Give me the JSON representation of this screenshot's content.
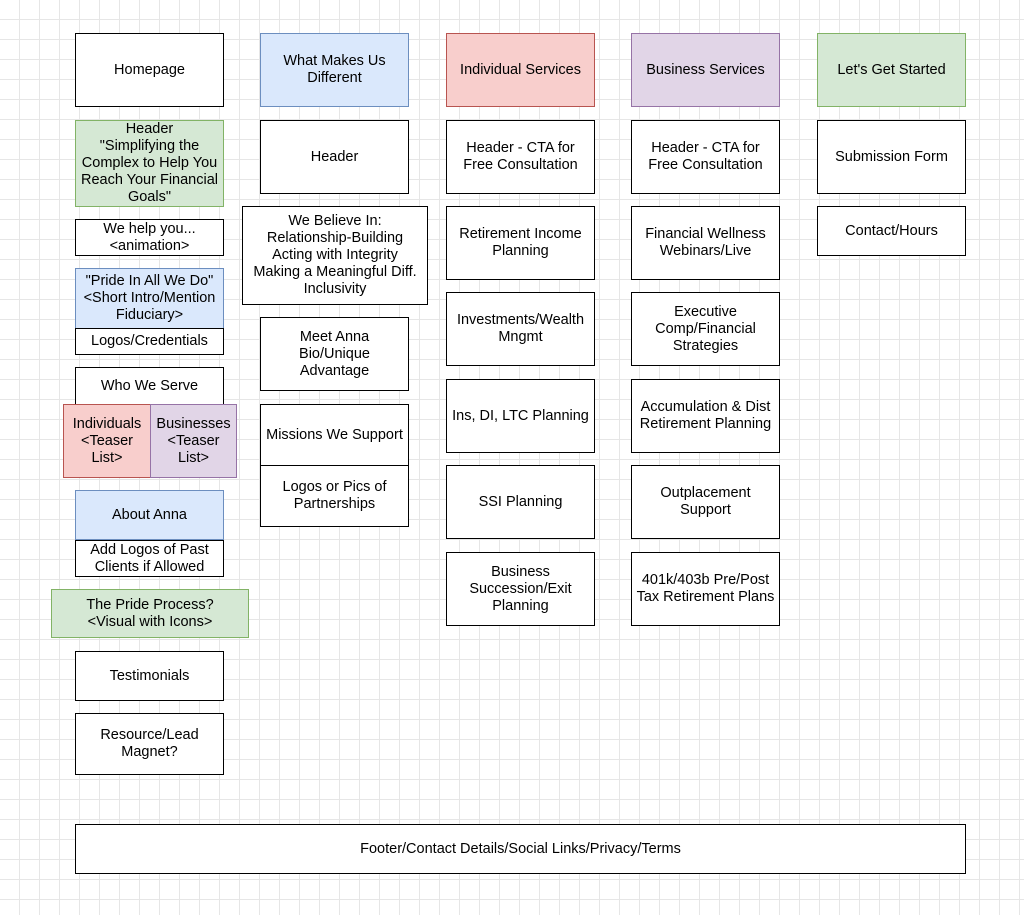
{
  "diagram": {
    "col1": {
      "homepage": "Homepage",
      "header": "Header\n\"Simplifying the\nComplex to Help You\nReach Your Financial\nGoals\"",
      "we_help": "We help you...\n<animation>",
      "pride": "\"Pride In All We Do\"\n<Short Intro/Mention\nFiduciary>",
      "logos": "Logos/Credentials",
      "who_we_serve": "Who We Serve",
      "individuals": "Individuals\n<Teaser\nList>",
      "businesses": "Businesses\n<Teaser\nList>",
      "about_anna": "About Anna",
      "past_clients": "Add Logos of Past\nClients if Allowed",
      "pride_process": "The Pride Process?\n<Visual with Icons>",
      "testimonials": "Testimonials",
      "resource": "Resource/Lead\nMagnet?"
    },
    "col2": {
      "title": "What Makes Us\nDifferent",
      "header": "Header",
      "believe": "We Believe In:\nRelationship-Building\nActing with Integrity\nMaking a Meaningful Diff.\nInclusivity",
      "meet_anna": "Meet Anna\nBio/Unique\nAdvantage",
      "missions": "Missions We Support",
      "partnerships": "Logos or Pics of\nPartnerships"
    },
    "col3": {
      "title": "Individual Services",
      "header": "Header - CTA for\nFree Consultation",
      "retirement_income": "Retirement Income\nPlanning",
      "investments": "Investments/Wealth\nMngmt",
      "ins": "Ins, DI, LTC Planning",
      "ssi": "SSI Planning",
      "succession": "Business\nSuccession/Exit\nPlanning"
    },
    "col4": {
      "title": "Business Services",
      "header": "Header - CTA for\nFree Consultation",
      "wellness": "Financial Wellness\nWebinars/Live",
      "executive": "Executive\nComp/Financial\nStrategies",
      "accumulation": "Accumulation & Dist\nRetirement Planning",
      "outplacement": "Outplacement\nSupport",
      "k401": "401k/403b Pre/Post\nTax Retirement Plans"
    },
    "col5": {
      "title": "Let's Get Started",
      "submission": "Submission Form",
      "contact": "Contact/Hours"
    },
    "footer": "Footer/Contact Details/Social Links/Privacy/Terms"
  },
  "colors": {
    "blue_fill": "#dae8fc",
    "blue_stroke": "#6c8ebf",
    "red_fill": "#f8cecc",
    "red_stroke": "#b85450",
    "purple_fill": "#e1d5e7",
    "purple_stroke": "#9673a6",
    "green_fill": "#d5e8d4",
    "green_stroke": "#82b366"
  }
}
